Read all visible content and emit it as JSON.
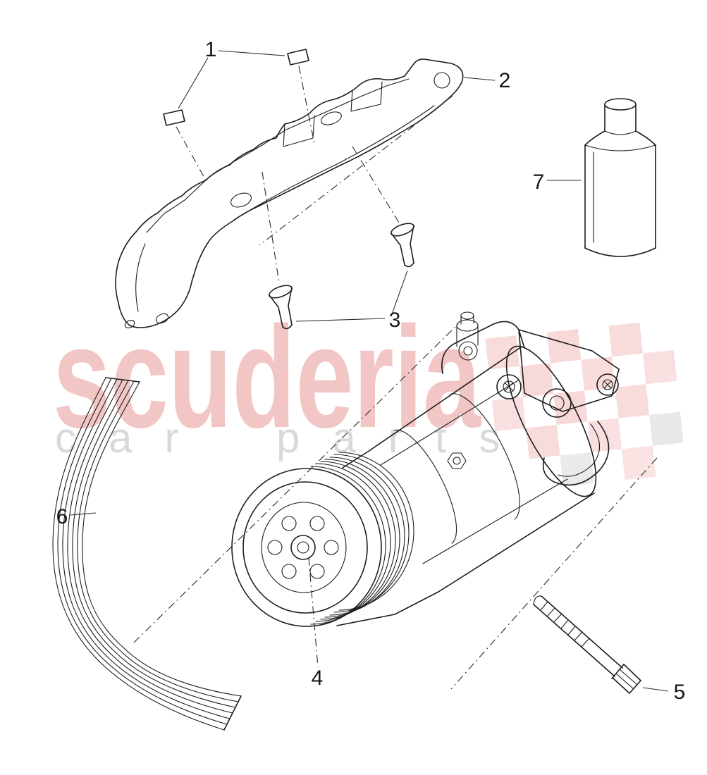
{
  "watermark": {
    "brand": "scuderia",
    "tagline": "car parts",
    "brand_color": "#f1b9b9",
    "tagline_color": "#d8d8d8",
    "checker_color": "#f1b9b9"
  },
  "callouts": {
    "c1": "1",
    "c2": "2",
    "c3": "3",
    "c4": "4",
    "c5": "5",
    "c6": "6",
    "c7": "7"
  },
  "style": {
    "line_color": "#1c1c1c",
    "background": "#ffffff"
  }
}
